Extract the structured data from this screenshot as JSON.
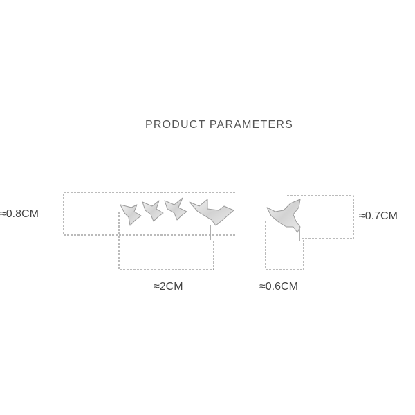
{
  "title": "PRODUCT PARAMETERS",
  "dimensions": {
    "left_height": "≈0.8CM",
    "left_width": "≈2CM",
    "right_width": "≈0.6CM",
    "right_height": "≈0.7CM"
  },
  "colors": {
    "metal": "#d9d9d9",
    "metal_edge": "#9a9a9a",
    "dashed_line": "#7a7a7a",
    "text": "#4a4a4a"
  },
  "icons": [
    "swallow-earring-left",
    "swallow-earring-right"
  ]
}
